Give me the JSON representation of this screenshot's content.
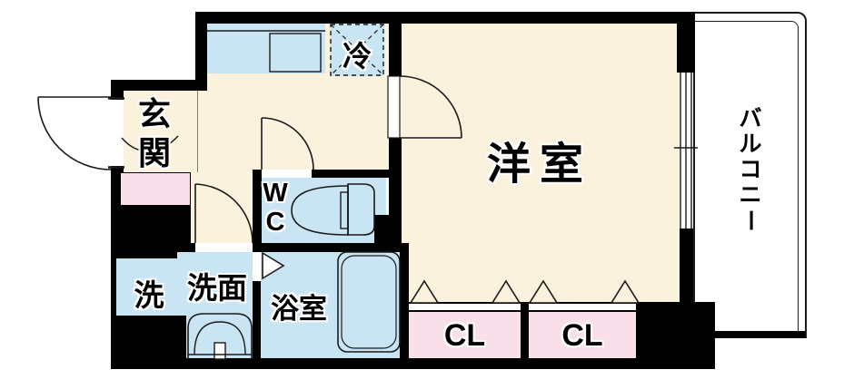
{
  "title": "apartment-floor-plan",
  "colors": {
    "cream": "#FBF2DE",
    "blue": "#C9E5F4",
    "pink": "#F9DFEA",
    "wall": "#000000",
    "line": "#1a1a1a"
  },
  "labels": {
    "genkan_chars": [
      "玄",
      "関"
    ],
    "refrigerator": "冷",
    "western_room": "洋室",
    "wc_chars": [
      "W",
      "C"
    ],
    "washer": "洗",
    "washroom": "洗面",
    "bathroom": "浴室",
    "closet1": "CL",
    "closet2": "CL",
    "balcony_chars": [
      "バ",
      "ル",
      "コ",
      "ニ",
      "ー"
    ]
  },
  "fixtures": [
    "entrance-door",
    "kitchen-counter",
    "kitchen-sink",
    "refrigerator-space",
    "toilet",
    "bathtub",
    "washbasin",
    "washing-machine-space",
    "sliding-window",
    "closet-folding-doors"
  ]
}
